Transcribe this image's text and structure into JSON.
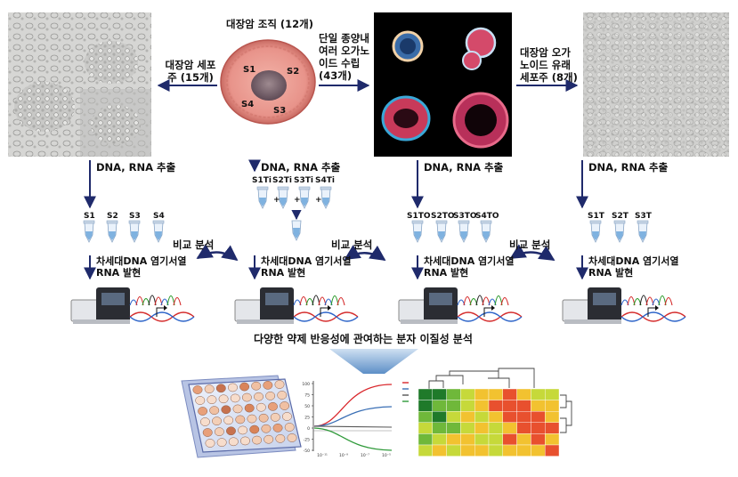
{
  "top": {
    "tissue_title": "대장암 조직 (12개)",
    "cell_line_label_1": "대장암 세포",
    "cell_line_label_2": "주 (15개)",
    "organoid_label_1": "단일 종양내",
    "organoid_label_2": "여러 오가노",
    "organoid_label_3": "이드 수립",
    "organoid_label_4": "(43개)",
    "derived_label_1": "대장암 오가",
    "derived_label_2": "노이드 유래",
    "derived_label_3": "세포주 (8개)",
    "regions": [
      "S1",
      "S2",
      "S3",
      "S4"
    ]
  },
  "columns": [
    {
      "extract": "DNA, RNA 추출",
      "tubes": [
        "S1",
        "S2",
        "S3",
        "S4"
      ],
      "seq_1": "차세대DNA 염기서열",
      "seq_2": "RNA 발현"
    },
    {
      "extract": "DNA, RNA 추출",
      "tubes": [
        "S1Ti",
        "S2Ti",
        "S3Ti",
        "S4Ti"
      ],
      "seq_1": "차세대DNA 염기서열",
      "seq_2": "RNA 발현"
    },
    {
      "extract": "DNA, RNA 추출",
      "tubes": [
        "S1TO",
        "S2TO",
        "S3TO",
        "S4TO"
      ],
      "seq_1": "차세대DNA 염기서열",
      "seq_2": "RNA 발현"
    },
    {
      "extract": "DNA, RNA 추출",
      "tubes": [
        "S1T",
        "S2T",
        "S3T"
      ],
      "seq_1": "차세대DNA 염기서열",
      "seq_2": "RNA 발현"
    }
  ],
  "compare_label": "비교 분석",
  "bottom_title": "다양한 약제 반응성에 관여하는 분자 이질성 분석",
  "curve_axis": {
    "y_ticks": [
      "100",
      "75",
      "50",
      "25",
      "0",
      "-25",
      "-50"
    ],
    "x_ticks": [
      "10⁻¹¹",
      "10⁻⁹",
      "10⁻⁷",
      "10⁻⁵"
    ]
  },
  "colors": {
    "arrow": "#1f2a6b",
    "tissue": "#e8938a",
    "curve_red": "#d9262b",
    "curve_blue": "#3a6fb5",
    "curve_green": "#2f9a3a"
  }
}
